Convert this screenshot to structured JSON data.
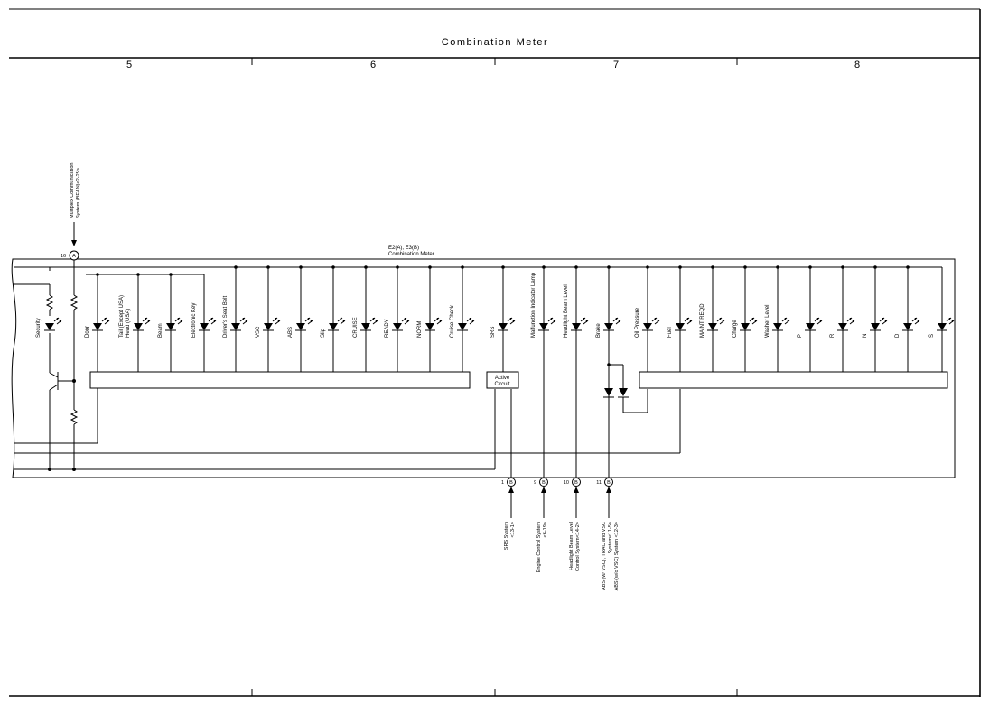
{
  "header": {
    "title": "Combination Meter"
  },
  "columns": [
    "5",
    "6",
    "7",
    "8"
  ],
  "meter": {
    "connector": "E2(A), E3(B)",
    "name": "Combination Meter"
  },
  "multiplex": {
    "line1": "Multiplex Communication",
    "line2": "System (BEAN)<2-25>",
    "pin": "16",
    "connector": "A"
  },
  "security_label": "Security",
  "leds": [
    "Door",
    "Tail (Except USA)",
    "Head (USA)",
    "Beam",
    "Electronic Key",
    "Driver's Seat Belt",
    "VSC",
    "ABS",
    "Slip",
    "CRUISE",
    "READY",
    "NORM",
    "Cruise Check",
    "SRS",
    "Malfunction Indicator Lamp",
    "Headlight Beam Level",
    "Brake",
    "Oil Pressure",
    "Fuel",
    "MAINT REQD",
    "Charge",
    "Washer Level",
    "P",
    "R",
    "N",
    "D",
    "S"
  ],
  "active_circuit": {
    "line1": "Active",
    "line2": "Circuit"
  },
  "bottom_pins": [
    {
      "pin": "1",
      "connector": "B",
      "line1": "SRS System",
      "line2": "<13-1>",
      "line3": ""
    },
    {
      "pin": "9",
      "connector": "B",
      "line1": "Engine Control System",
      "line2": "<6-19>",
      "line3": ""
    },
    {
      "pin": "10",
      "connector": "B",
      "line1": "Headlight Beam Level",
      "line2": "Control System<14-2>",
      "line3": ""
    },
    {
      "pin": "11",
      "connector": "B",
      "line1": "ABS (w/ VSC), TRAC and VSC",
      "line2": "System<11-5>",
      "line3": "ABS (w/o VSC) System <12-3>"
    }
  ]
}
